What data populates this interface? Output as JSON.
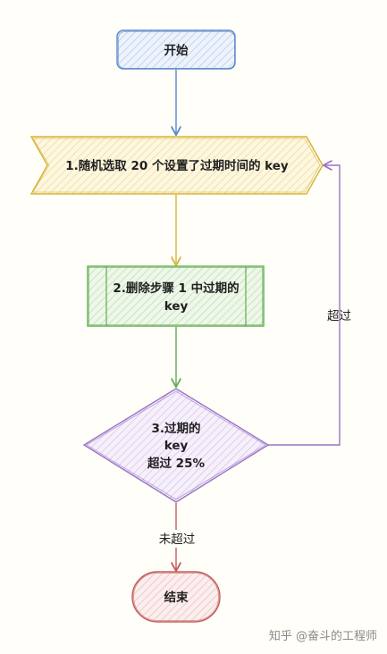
{
  "diagram": {
    "nodes": {
      "start": {
        "label": "开始"
      },
      "step1": {
        "label": "1.随机选取 20 个设置了过期时间的 key"
      },
      "step2": {
        "line1": "2.删除步骤 1 中过期的",
        "line2": "key"
      },
      "decision": {
        "line1": "3.过期的",
        "line2": "key",
        "line3": "超过 25%"
      },
      "end": {
        "label": "结束"
      }
    },
    "edges": {
      "exceed": {
        "label": "超过"
      },
      "not_exceed": {
        "label": "未超过"
      }
    },
    "colors": {
      "blue": "#5b87cc",
      "blue_fill": "#dfe9f8",
      "yellow": "#d9b33a",
      "yellow_fill": "#fbf1cf",
      "green": "#5fad4f",
      "green_fill": "#ddefd6",
      "purple": "#9a75c4",
      "purple_fill": "#ece2f6",
      "red": "#c35b5b",
      "red_fill": "#f6dcdc"
    }
  },
  "watermark": {
    "text": "知乎 @奋斗的工程师"
  }
}
